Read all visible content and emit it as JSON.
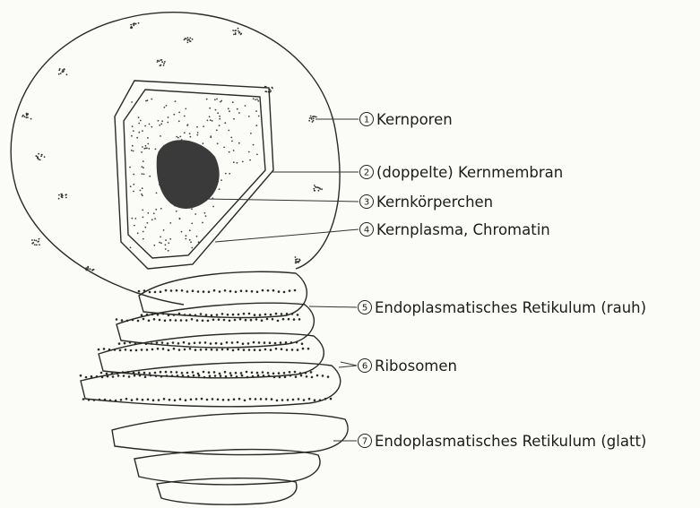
{
  "labels": [
    {
      "number": "1",
      "text": "Kernporen"
    },
    {
      "number": "2",
      "text": "(doppelte) Kernmembran"
    },
    {
      "number": "3",
      "text": "Kernkörperchen"
    },
    {
      "number": "4",
      "text": "Kernplasma, Chromatin"
    },
    {
      "number": "5",
      "text": "Endoplasmatisches Retikulum (rauh)"
    },
    {
      "number": "6",
      "text": "Ribosomen"
    },
    {
      "number": "7",
      "text": "Endoplasmatisches Retikulum (glatt)"
    }
  ],
  "colors": {
    "ink": "#2a2a2a",
    "paper": "#fbfbf8"
  }
}
